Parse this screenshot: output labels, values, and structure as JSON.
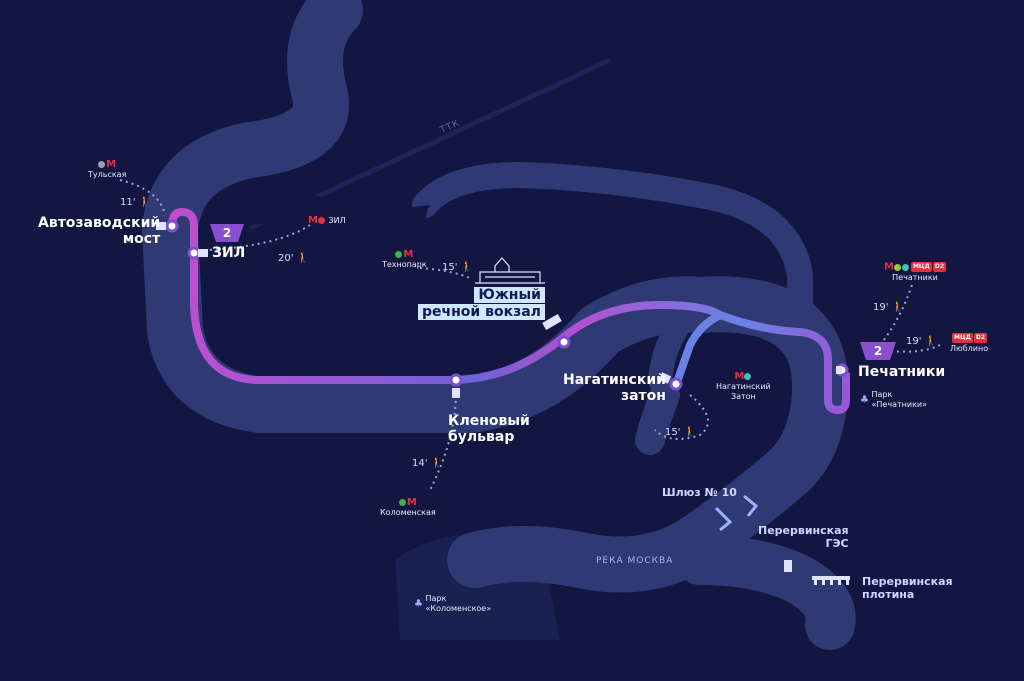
{
  "piers": {
    "avtozavodsky": {
      "line1": "Автозаводский",
      "line2": "мост"
    },
    "zil": "ЗИЛ",
    "klenovy": {
      "line1": "Кленовый",
      "line2": "бульвар"
    },
    "yuzhny": {
      "line1": "Южный",
      "line2": "речной вокзал"
    },
    "nagatinsky": {
      "line1": "Нагатинский",
      "line2": "затон"
    },
    "pechatniki": "Печатники"
  },
  "route_number": "2",
  "transfers": {
    "tulskaya": {
      "name": "Тульская",
      "walk": "11'"
    },
    "zil_metro": {
      "name": "ЗИЛ",
      "walk": "20'"
    },
    "tekhnopark": {
      "name": "Технопарк",
      "walk": "15'"
    },
    "kolomenskaya": {
      "name": "Коломенская",
      "walk": "14'"
    },
    "nagatinsky_zaton": {
      "line1": "Нагатинский",
      "line2": "Затон",
      "walk": "15'"
    },
    "pechatniki_metro": {
      "name": "Печатники",
      "walk": "19'"
    },
    "lyublino": {
      "name": "Люблино",
      "walk": "19'"
    }
  },
  "landmarks": {
    "ttk": "ТТК",
    "river": "РЕКА МОСКВА",
    "lock": "Шлюз № 10",
    "ges": {
      "line1": "Перервинская",
      "line2": "ГЭС"
    },
    "dam": {
      "line1": "Перервинская",
      "line2": "плотина"
    },
    "park_kolomenskoe": {
      "line1": "Парк",
      "line2": "«Коломенское»"
    },
    "park_pechatniki": {
      "line1": "Парк",
      "line2": "«Печатники»"
    }
  },
  "badges": {
    "metro": "М",
    "mcd": "МЦД",
    "mcd2": "D2",
    "walk_icon": "walking-person-icon"
  },
  "colors": {
    "background": "#121640",
    "river": "#2f3a75",
    "route_start": "#c04ecf",
    "route_end": "#5f78e0",
    "metro": "#e62e3c",
    "line_green": "#3cb44b",
    "line_teal": "#39c6b8",
    "text": "#ffffff"
  }
}
